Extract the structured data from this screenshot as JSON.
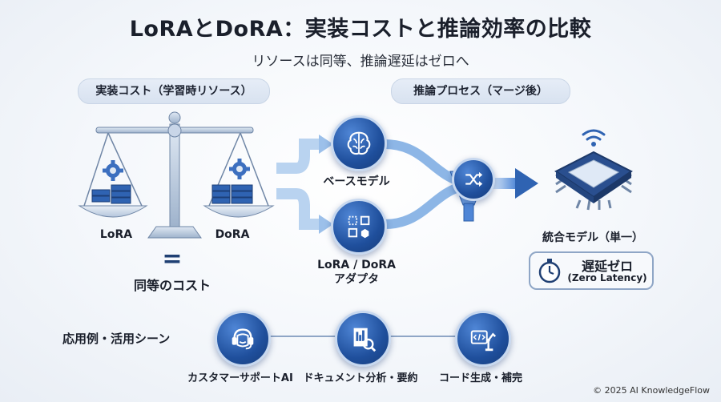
{
  "title": "LoRAとDoRA：実装コストと推論効率の比較",
  "subtitle": "リソースは同等、推論遅延はゼロへ",
  "cost_section": {
    "heading": "実装コスト（学習時リソース）",
    "left_label": "LoRA",
    "right_label": "DoRA",
    "equals_sign": "=",
    "result": "同等のコスト"
  },
  "inference_section": {
    "heading": "推論プロセス（マージ後）",
    "base_model": "ベースモデル",
    "adapter_line1": "LoRA / DoRA",
    "adapter_line2": "アダプタ",
    "merged_model": "統合モデル（単一）",
    "latency_title": "遅延ゼロ",
    "latency_sub": "(Zero Latency)"
  },
  "use_cases": {
    "heading": "応用例・活用シーン",
    "items": [
      {
        "label": "カスタマーサポートAI",
        "icon": "headset-icon"
      },
      {
        "label": "ドキュメント分析・要約",
        "icon": "document-magnifier-icon"
      },
      {
        "label": "コード生成・補完",
        "icon": "code-robot-arm-icon"
      }
    ]
  },
  "copyright": "© 2025 AI KnowledgeFlow",
  "colors": {
    "primary": "#1f4f9c",
    "accent": "#4f86d6",
    "flow": "#9cc0ea"
  }
}
